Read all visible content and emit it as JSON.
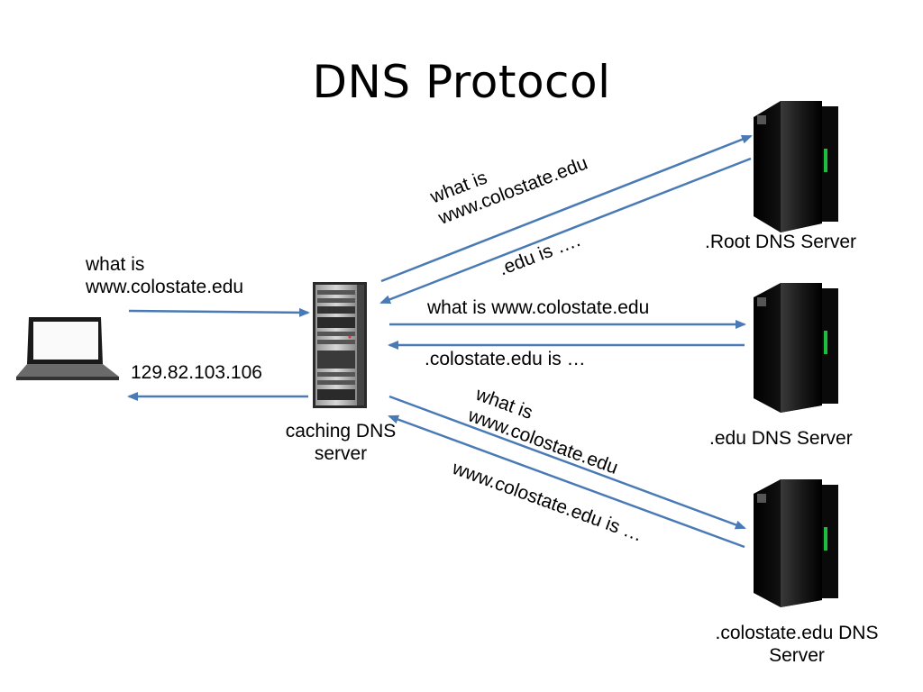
{
  "title": "DNS Protocol",
  "nodes": {
    "root_label": ".Root DNS Server",
    "edu_label": ".edu DNS Server",
    "colostate_label_line1": ".colostate.edu DNS",
    "colostate_label_line2": "Server",
    "cache_label_line1": "caching DNS",
    "cache_label_line2": "server"
  },
  "messages": {
    "client_query_line1": "what is",
    "client_query_line2": "www.colostate.edu",
    "client_answer": "129.82.103.106",
    "root_query_line1": "what is",
    "root_query_line2": "www.colostate.edu",
    "root_answer": ".edu is ….",
    "edu_query": "what is www.colostate.edu",
    "edu_answer": ".colostate.edu is …",
    "colostate_query_line1": "what is",
    "colostate_query_line2": "www.colostate.edu",
    "colostate_answer": "www.colostate.edu is …"
  },
  "colors": {
    "arrow": "#4a7ab5",
    "server_body": "#111111",
    "led": "#22dd44"
  }
}
